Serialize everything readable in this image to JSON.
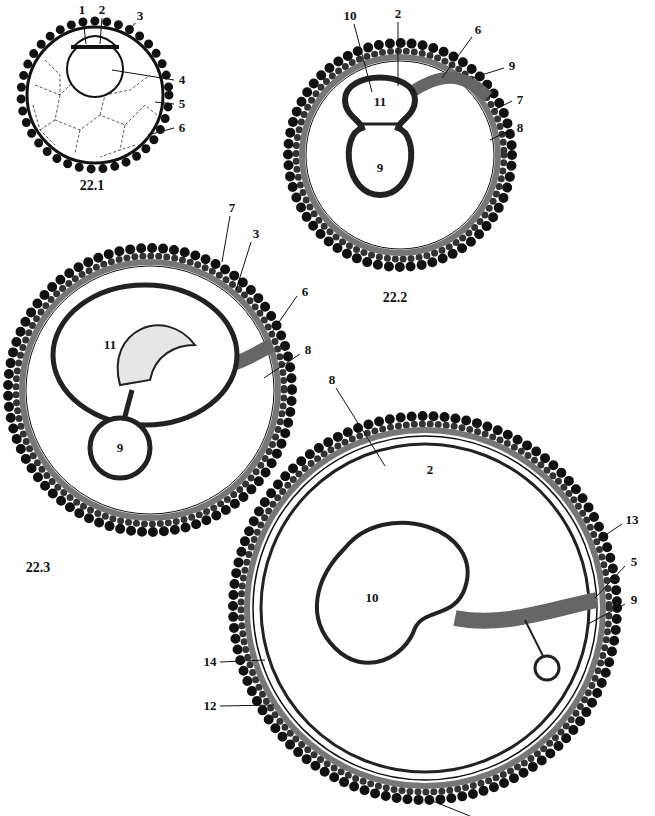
{
  "diagram": {
    "labels": [
      "1",
      "2",
      "3",
      "4",
      "5",
      "6",
      "22.1",
      "10",
      "2",
      "6",
      "9",
      "7",
      "8",
      "11",
      "9",
      "22.2",
      "7",
      "3",
      "6",
      "8",
      "11",
      "9",
      "22.3",
      "8",
      "2",
      "13",
      "5",
      "9",
      "14",
      "12",
      "10"
    ]
  }
}
